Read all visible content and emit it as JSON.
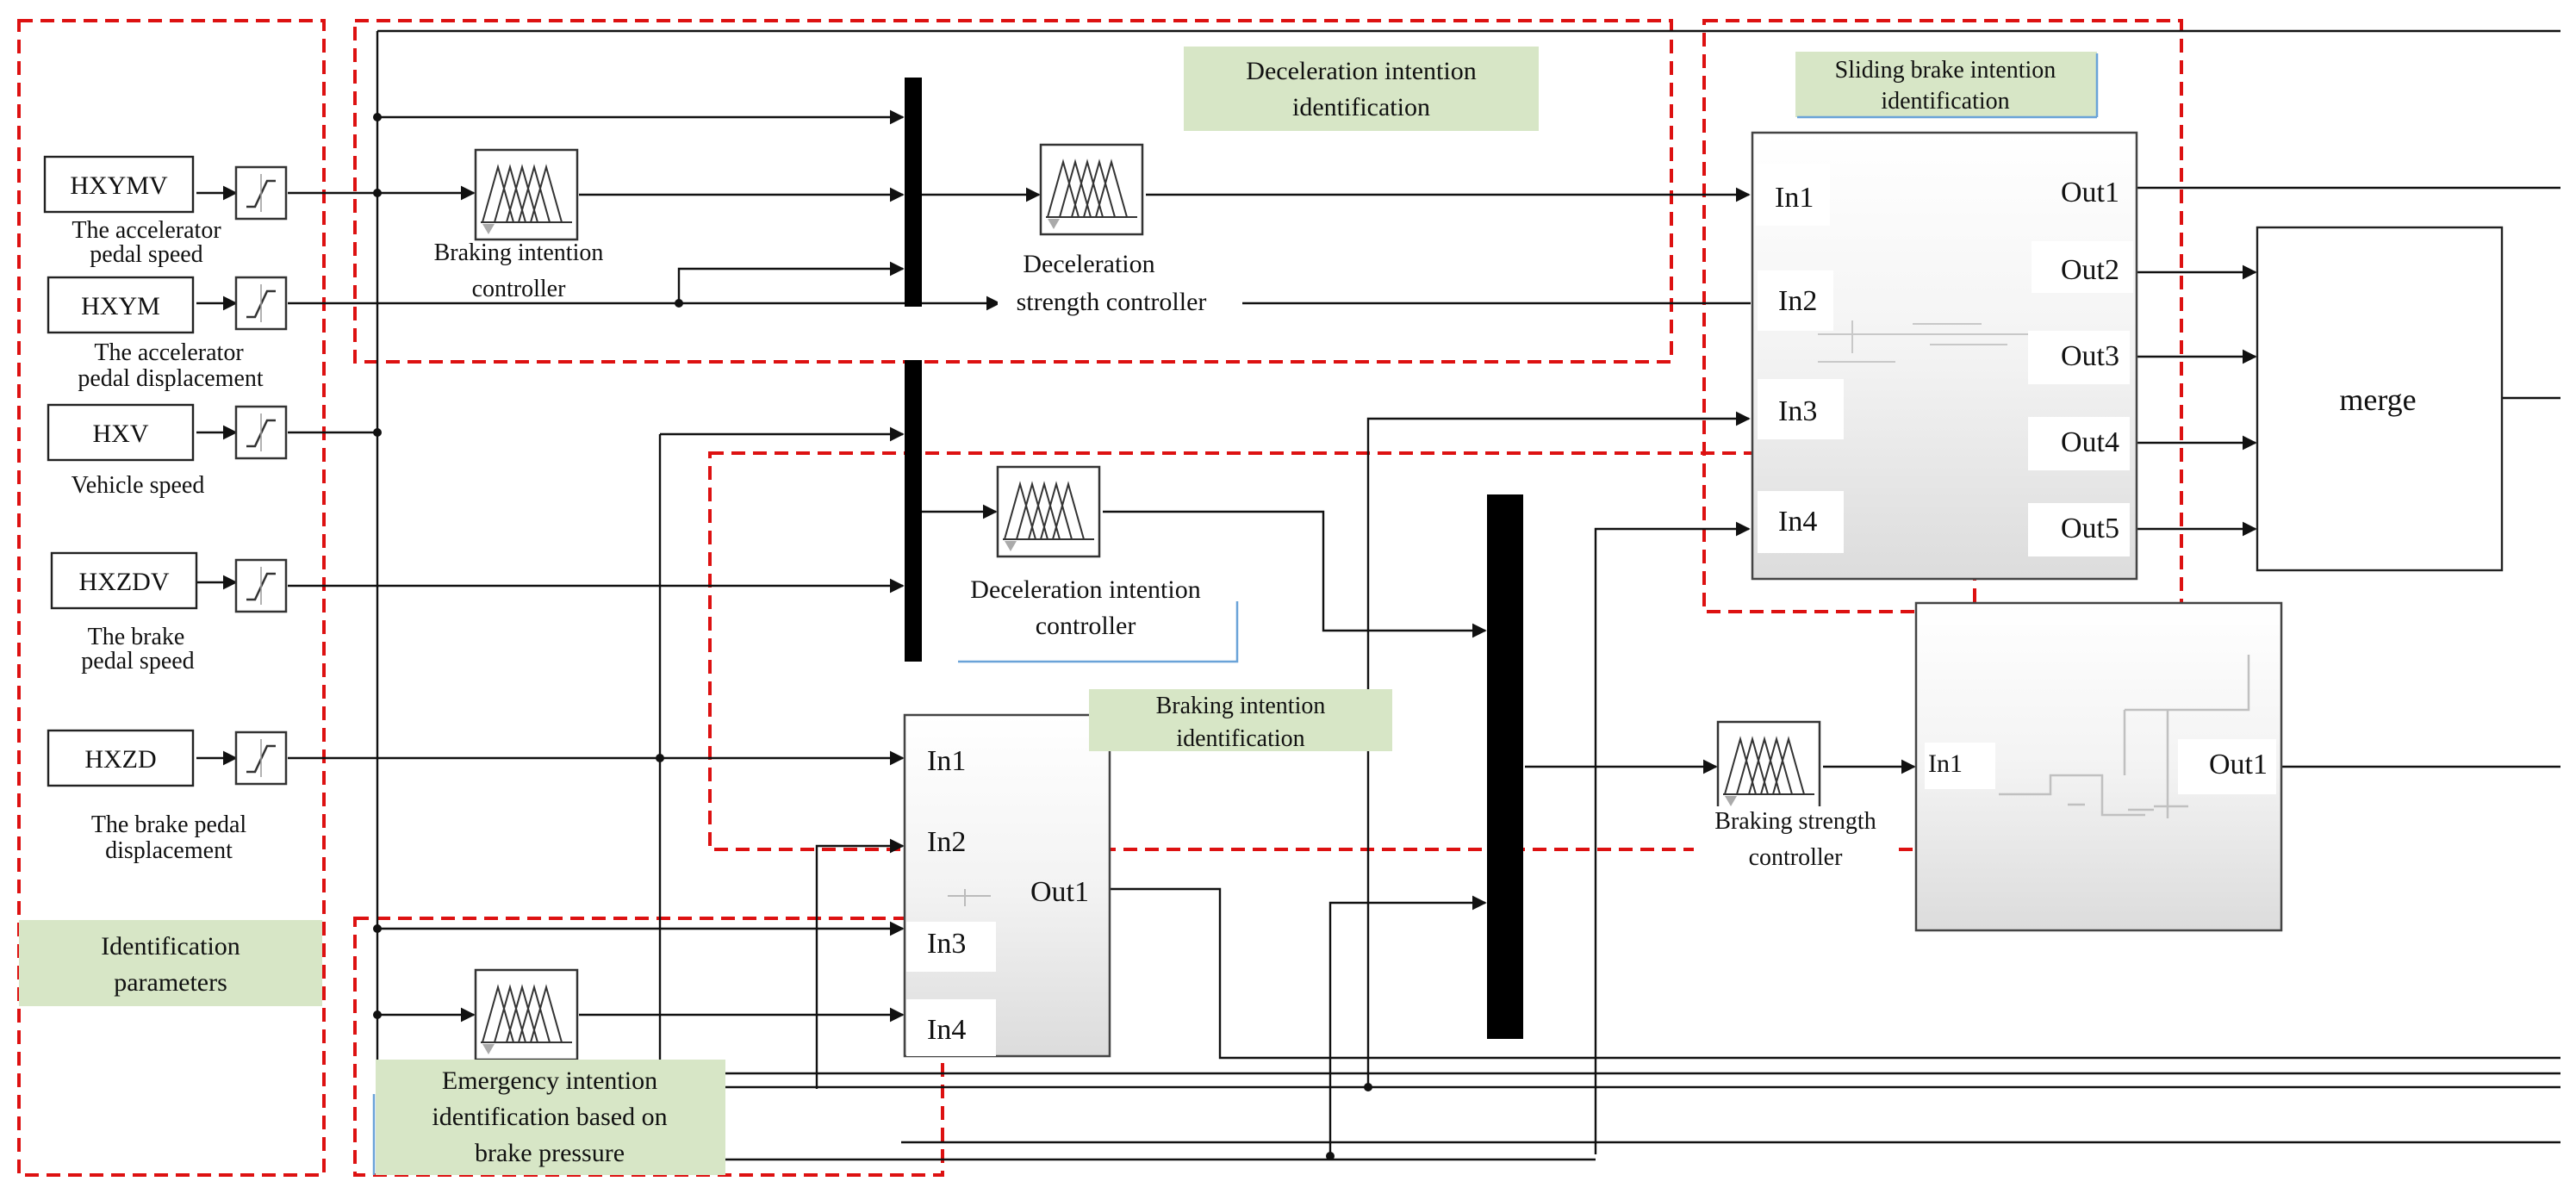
{
  "inputs": [
    {
      "name": "HXYMV",
      "caption": [
        "The accelerator",
        "pedal speed"
      ]
    },
    {
      "name": "HXYM",
      "caption": [
        "The accelerator",
        "pedal displacement"
      ]
    },
    {
      "name": "HXV",
      "caption": [
        "Vehicle speed"
      ]
    },
    {
      "name": "HXZDV",
      "caption": [
        "The brake",
        "pedal speed"
      ]
    },
    {
      "name": "HXZD",
      "caption": [
        "The brake pedal",
        "displacement"
      ]
    }
  ],
  "group_labels": {
    "identification_parameters": [
      "Identification",
      "parameters"
    ],
    "deceleration_intention_identification": [
      "Deceleration intention",
      "identification"
    ],
    "sliding_brake_intention_identification": [
      "Sliding brake intention",
      "identification"
    ],
    "braking_intention_identification": [
      "Braking intention",
      "identification"
    ],
    "emergency_intention_identification": [
      "Emergency intention",
      "identification based on",
      "brake pressure"
    ]
  },
  "fuzzy_controllers": {
    "braking_intention": [
      "Braking intention",
      "controller"
    ],
    "deceleration_strength": [
      "Deceleration",
      "strength controller"
    ],
    "deceleration_intention": [
      "Deceleration intention",
      "controller"
    ],
    "braking_strength": [
      "Braking strength",
      "controller"
    ]
  },
  "sliding_subsystem": {
    "inputs": [
      "In1",
      "In2",
      "In3",
      "In4"
    ],
    "outputs": [
      "Out1",
      "Out2",
      "Out3",
      "Out4",
      "Out5"
    ]
  },
  "braking_subsystem": {
    "inputs": [
      "In1",
      "In2",
      "In3",
      "In4"
    ],
    "outputs": [
      "Out1"
    ]
  },
  "strength_subsystem": {
    "inputs": [
      "In1"
    ],
    "outputs": [
      "Out1"
    ]
  },
  "merge_label": "merge"
}
